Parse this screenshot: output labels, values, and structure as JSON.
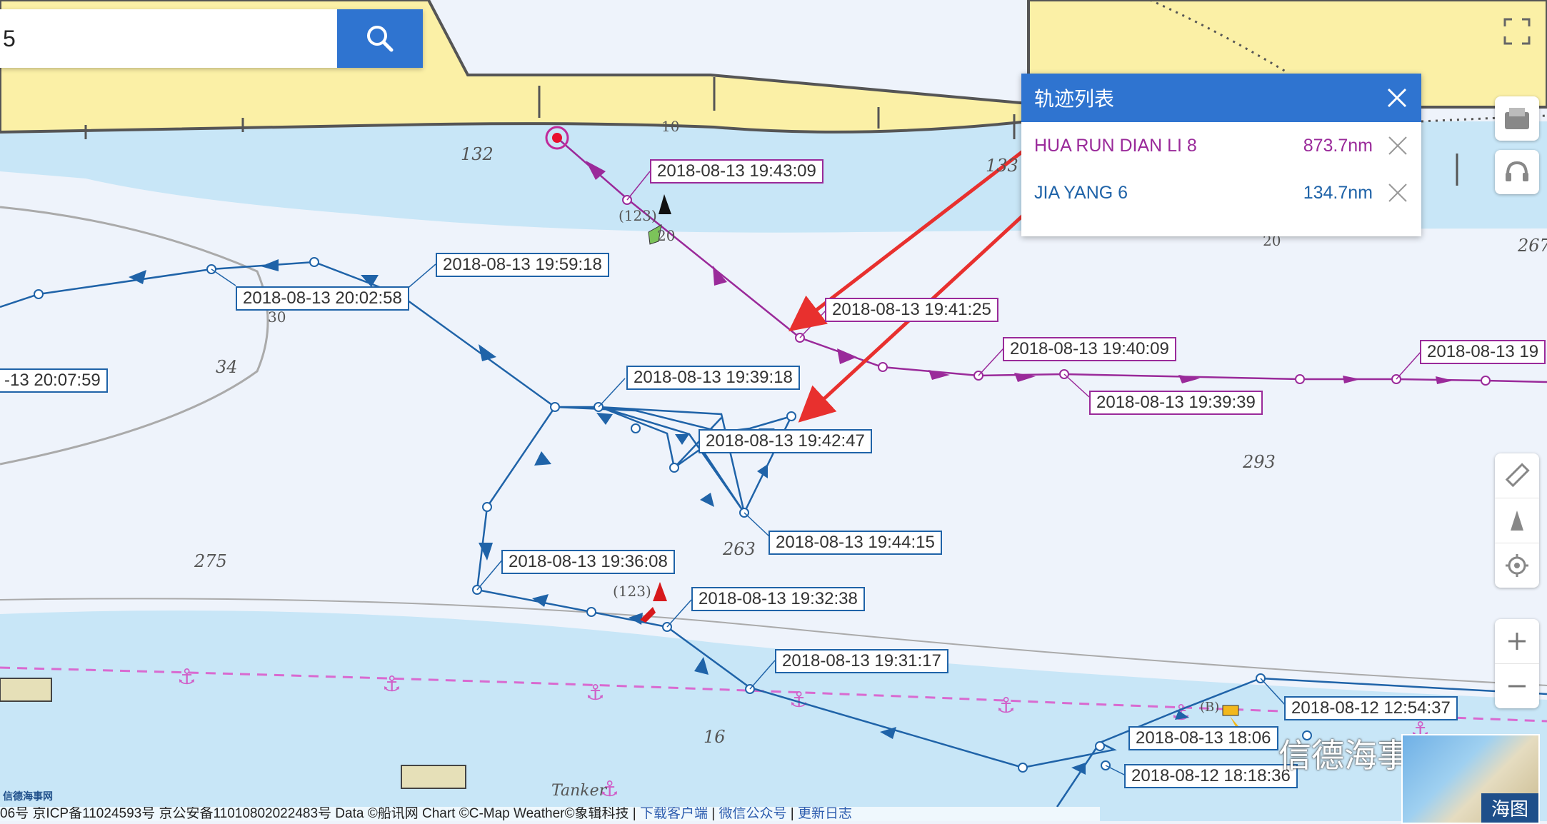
{
  "search": {
    "value": "5"
  },
  "track_panel": {
    "title": "轨迹列表",
    "tracks": [
      {
        "name": "HUA RUN DIAN LI 8",
        "distance": "873.7nm",
        "color": "#9a2a9a"
      },
      {
        "name": "JIA YANG 6",
        "distance": "134.7nm",
        "color": "#1f63a8"
      }
    ]
  },
  "timestamps": {
    "purple": [
      "2018-08-13 19:43:09",
      "2018-08-13 19:41:25",
      "2018-08-13 19:40:09",
      "2018-08-13 19:39:39",
      "2018-08-13 19"
    ],
    "blue": [
      "2018-08-13 19:59:18",
      "2018-08-13 20:02:58",
      "-13 20:07:59",
      "2018-08-13 19:39:18",
      "2018-08-13 19:42:47",
      "2018-08-13 19:44:15",
      "2018-08-13 19:36:08",
      "2018-08-13 19:32:38",
      "2018-08-13 19:31:17",
      "2018-08-12 12:54:37",
      "2018-08-13 18:06",
      "2018-08-12 18:18:36"
    ]
  },
  "depths": [
    "132",
    "133",
    "10",
    "20",
    "20",
    "267",
    "30",
    "34",
    "293",
    "263",
    "275",
    "16"
  ],
  "labels": {
    "buoy1": "(123)",
    "buoy2": "(123)",
    "buoy3": "(B)",
    "tanker": "Tanker"
  },
  "footer": {
    "prefix": "06号 京ICP备11024593号 京公安备11010802022483号  Data ©船讯网  Chart ©C-Map  Weather©象辑科技 | ",
    "links": [
      "下载客户端",
      "微信公众号",
      "更新日志"
    ]
  },
  "minimap_label": "海图",
  "watermark": "信德海事",
  "logo_text": "信德海事网",
  "colors": {
    "land": "#fbf0a6",
    "shallow": "#c8e6f7",
    "deep": "#eef3fb",
    "purple_track": "#9a2a9a",
    "blue_track": "#1f63a8",
    "panel_header": "#2f74d0",
    "arrow": "#e8302e"
  }
}
